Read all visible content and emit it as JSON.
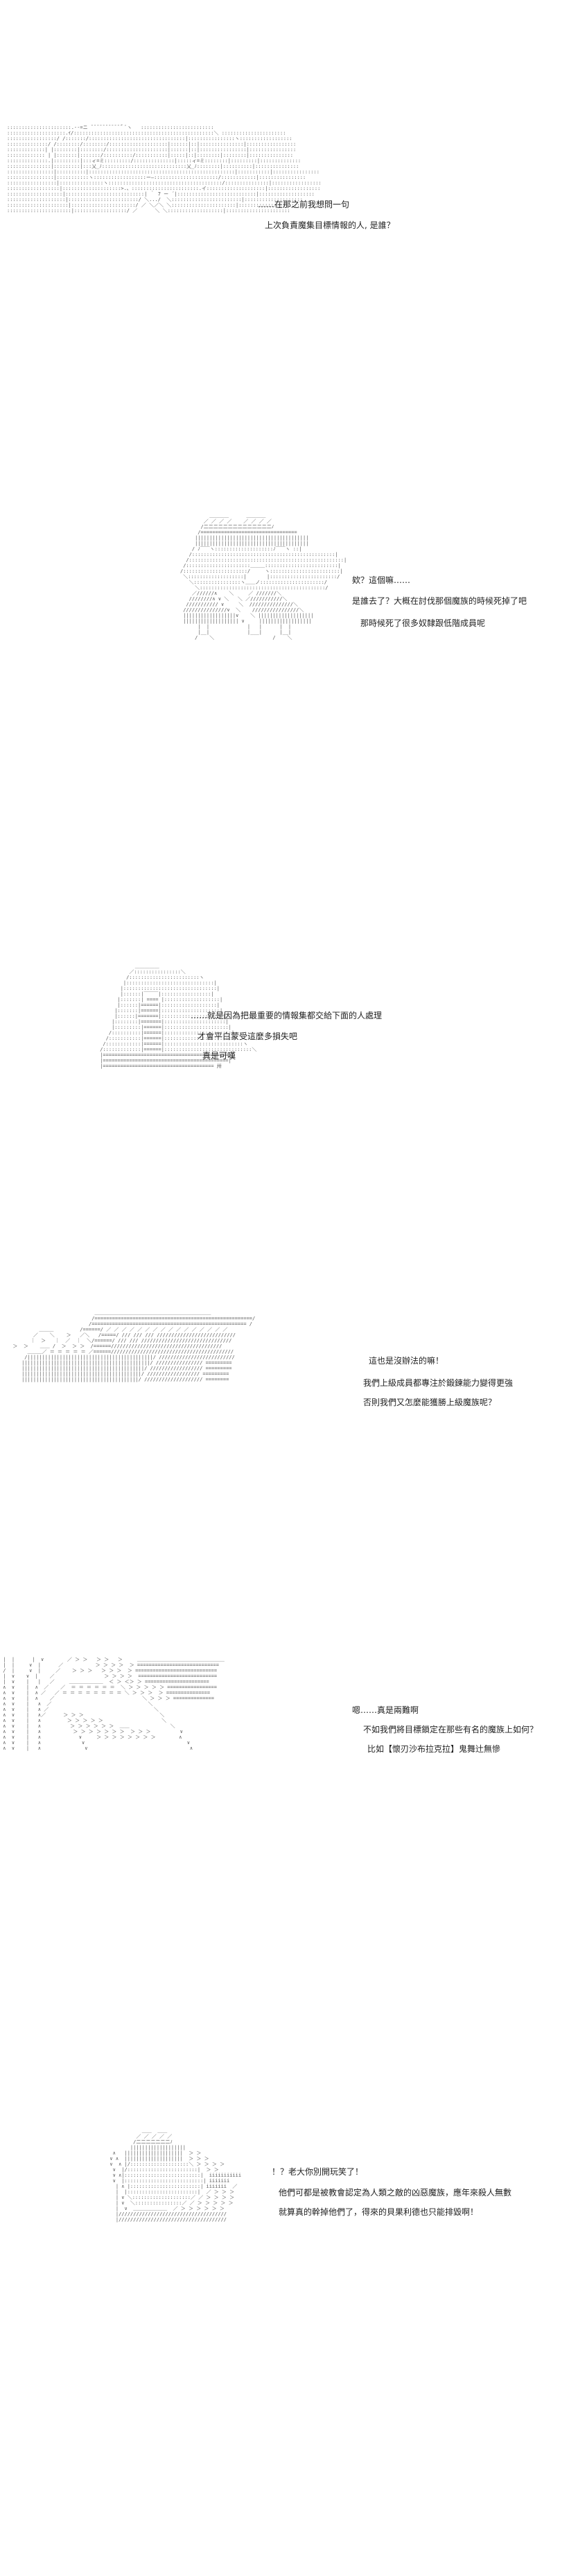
{
  "panels": [
    {
      "lines": [
        "……在那之前我想問一句",
        "上次負責魔集目標情報的人, 是誰？"
      ]
    },
    {
      "lines": [
        "欸？這個嘛……",
        "是誰去了？大概在討伐那個魔族的時候死掉了吧",
        "那時候死了很多奴隸跟低階成員呢"
      ]
    },
    {
      "lines": [
        "……就是因為把最重要的情報集都交給下面的人處理",
        "才會平白蒙受這麼多損失吧",
        "真是可嘆"
      ]
    },
    {
      "lines": [
        "這也是沒辦法的嘛！",
        "我們上級成員都專注於鍛鍊能力變得更強",
        "否則我們又怎麼能獲勝上級魔族呢？"
      ]
    },
    {
      "lines": [
        "嗯……真是兩難啊",
        "不如我們將目標鎖定在那些有名的魔族上如何？",
        "比如【懷刃沙布拉克拉】鬼舞辻無慘"
      ]
    },
    {
      "lines": [
        "！？老大你別開玩笑了！",
        "他們可都是被教會認定為人類之敵的凶惡魔族，應年來殺人無數",
        "就算真的幹掉他們了，得來的貝果利德也只能排毀啊！"
      ]
    }
  ]
}
